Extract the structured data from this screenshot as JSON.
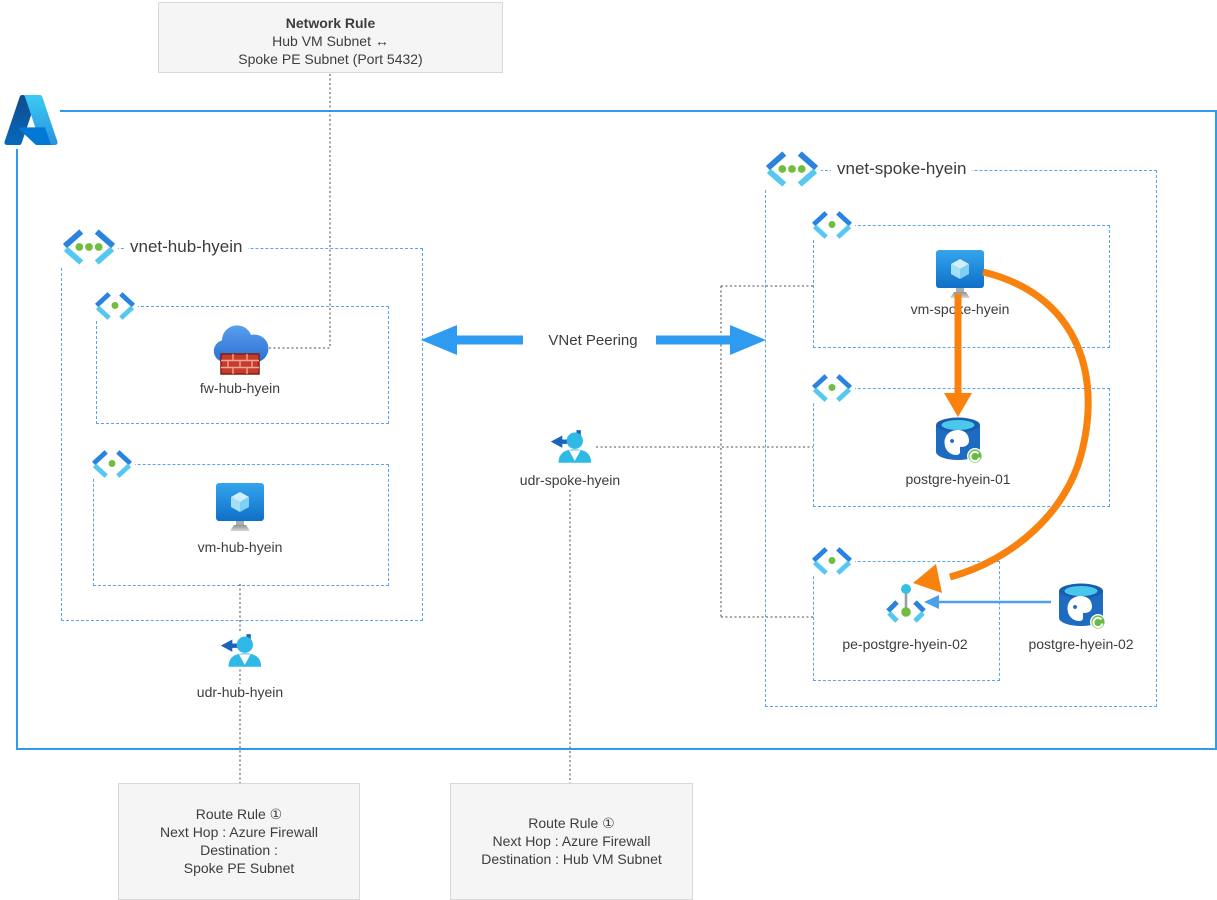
{
  "network_rule": {
    "title": "Network Rule",
    "line1": "Hub VM Subnet ↔",
    "line2": "Spoke PE Subnet (Port 5432)"
  },
  "hub": {
    "vnet_label": "vnet-hub-hyein",
    "firewall_label": "fw-hub-hyein",
    "vm_label": "vm-hub-hyein",
    "udr_label": "udr-hub-hyein"
  },
  "spoke": {
    "vnet_label": "vnet-spoke-hyein",
    "vm_label": "vm-spoke-hyein",
    "db1_label": "postgre-hyein-01",
    "pe_label": "pe-postgre-hyein-02",
    "db2_label": "postgre-hyein-02",
    "udr_label": "udr-spoke-hyein"
  },
  "peering": {
    "label": "VNet Peering"
  },
  "route_rule_hub": {
    "title": "Route Rule ①",
    "line1": "Next Hop : Azure Firewall",
    "line2": "Destination :",
    "line3": "Spoke PE Subnet"
  },
  "route_rule_spoke": {
    "title": "Route Rule ①",
    "line1": "Next Hop : Azure Firewall",
    "line2": "Destination : Hub VM Subnet"
  },
  "icons": {
    "logo": "azure-logo",
    "vnet": "virtual-network-icon",
    "subnet": "subnet-icon",
    "firewall": "azure-firewall-icon",
    "vm": "virtual-machine-icon",
    "postgres": "postgresql-database-icon",
    "udr": "route-table-udr-icon",
    "private_endpoint": "private-endpoint-icon"
  },
  "colors": {
    "boundary_blue": "#2E9BF1",
    "dashed_blue": "#58A6F2",
    "traffic_orange": "#F8820D",
    "dotted_gray": "#707070",
    "annotation_bg": "#F5F5F5",
    "text": "#3D3D3D"
  }
}
